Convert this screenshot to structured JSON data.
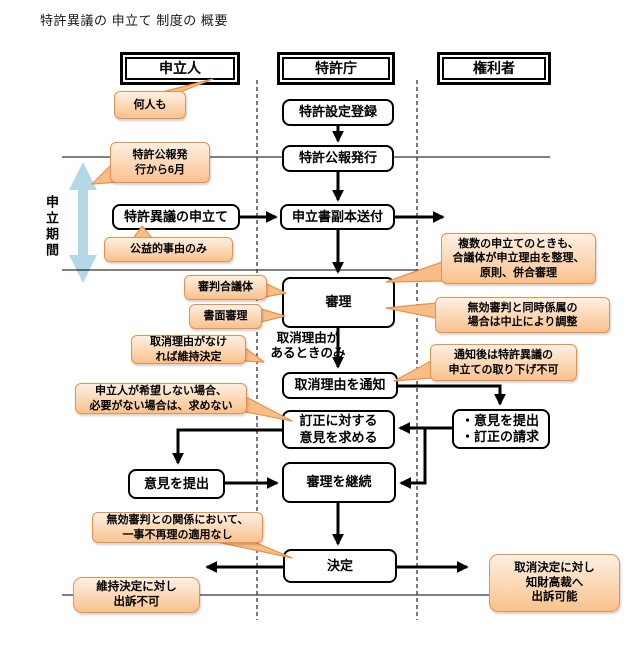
{
  "title": "特許異議の 申立て 制度の 概要",
  "columns": {
    "petitioner": "申立人",
    "jpo": "特許庁",
    "holder": "権利者"
  },
  "flow": {
    "registration": "特許設定登録",
    "gazette": "特許公報発行",
    "opposition": "特許異議の申立て",
    "copy_sent": "申立書副本送付",
    "examination": "審理",
    "notice": "取消理由を通知",
    "seek_opinion": "訂正に対する\n意見を求める",
    "holder_actions": "・意見を提出\n・訂正の請求",
    "submit_opinion": "意見を提出",
    "continue_exam": "審理を継続",
    "decision": "決定"
  },
  "callouts": {
    "anyone": "何人も",
    "six_months": "特許公報発\n行から6月",
    "public_interest": "公益的事由のみ",
    "panel": "審判合議体",
    "written_exam": "書面審理",
    "maintain_if_no_grounds": "取消理由がなけ\nれば維持決定",
    "multiple_filings": "複数の申立てのときも、\n合議体が申立理由を整理、\n原則、併合審理",
    "concurrent_invalidation": "無効審判と同時係属の\n場合は中止により調整",
    "no_withdrawal": "通知後は特許異議の\n申立ての取り下げ不可",
    "no_request_if_unwanted": "申立人が希望しない場合、\n必要がない場合は、求めない",
    "no_res_judicata": "無効審判との関係において、\n一事不再理の適用なし",
    "maintain_no_appeal": "維持決定に対し\n出訴不可",
    "revoke_appeal": "取消決定に対し\n知財高裁へ\n出訴可能"
  },
  "labels": {
    "opposition_period": "申立期間",
    "only_when_grounds": "取消理由が\nあるときのみ"
  },
  "colors": {
    "callout_border": "#E8914E",
    "callout_fill_top": "#FDF0E3",
    "callout_fill_bottom": "#FAC28D",
    "period_arrow_blue": "#B5D8E6",
    "box_border": "#000000"
  }
}
